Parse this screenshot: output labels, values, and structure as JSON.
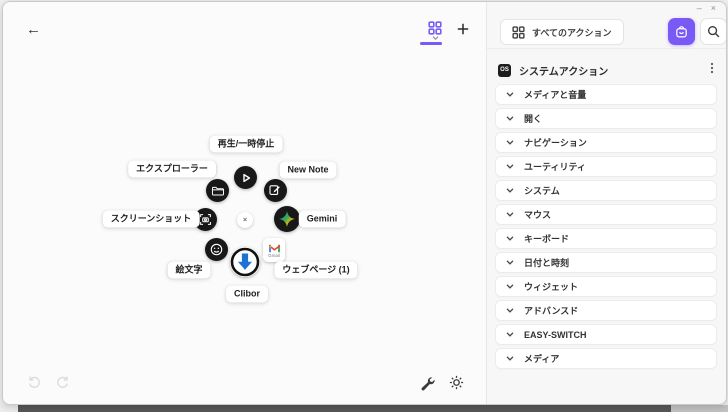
{
  "window": {
    "minimize_label": "–",
    "close_label": "×"
  },
  "canvas": {
    "back_icon": "←",
    "center_close_label": "×",
    "actions": [
      {
        "label": "再生/一時停止",
        "icon": "play-icon"
      },
      {
        "label": "New Note",
        "icon": "note-edit-icon"
      },
      {
        "label": "Gemini",
        "icon": "gemini-star-icon"
      },
      {
        "label": "ウェブページ (1)",
        "icon": "gmail-icon",
        "caption": "Gmail"
      },
      {
        "label": "Clibor",
        "icon": "down-arrow-icon"
      },
      {
        "label": "絵文字",
        "icon": "emoji-smiley-icon"
      },
      {
        "label": "スクリーンショット",
        "icon": "screenshot-camera-icon"
      },
      {
        "label": "エクスプローラー",
        "icon": "folder-icon"
      }
    ]
  },
  "sidebar": {
    "filter_button_label": "すべてのアクション",
    "section_header": {
      "badge": "OS",
      "title": "システムアクション"
    },
    "categories": [
      {
        "label": "メディアと音量"
      },
      {
        "label": "開く"
      },
      {
        "label": "ナビゲーション"
      },
      {
        "label": "ユーティリティ"
      },
      {
        "label": "システム"
      },
      {
        "label": "マウス"
      },
      {
        "label": "キーボード"
      },
      {
        "label": "日付と時刻"
      },
      {
        "label": "ウィジェット"
      },
      {
        "label": "アドバンスド"
      },
      {
        "label": "EASY-SWITCH"
      },
      {
        "label": "メディア"
      }
    ]
  },
  "colors": {
    "accent": "#7a5af5",
    "circle": "#181818"
  }
}
